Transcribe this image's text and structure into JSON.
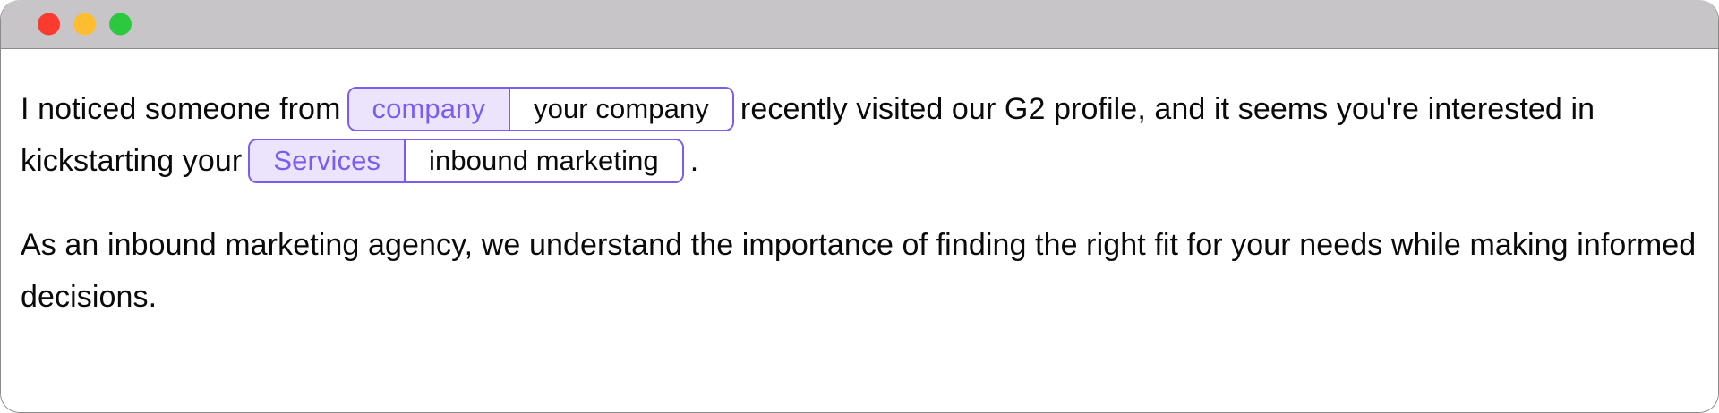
{
  "window": {
    "chrome": {
      "traffic_lights": [
        {
          "name": "close",
          "color": "#fb3b30"
        },
        {
          "name": "minimize",
          "color": "#febd2e"
        },
        {
          "name": "maximize",
          "color": "#2bc840"
        }
      ],
      "titlebar_color": "#c8c5c9"
    }
  },
  "theme": {
    "accent": "#7b5cf0",
    "accent_fill": "#ece3fd",
    "text": "#0a0a0a",
    "background": "#ffffff"
  },
  "email": {
    "paragraph_1": {
      "text_before_tag_1": "I noticed someone from",
      "tag_1": {
        "key": "company",
        "value": "your company"
      },
      "text_between_tags": "recently visited our G2 profile, and it seems you're interested in kickstarting your",
      "tag_2": {
        "key": "Services",
        "value": "inbound marketing"
      },
      "text_after_tag_2": "."
    },
    "paragraph_2": {
      "text": "As an inbound marketing agency, we understand the importance of finding the right fit for your needs while making informed decisions."
    }
  }
}
